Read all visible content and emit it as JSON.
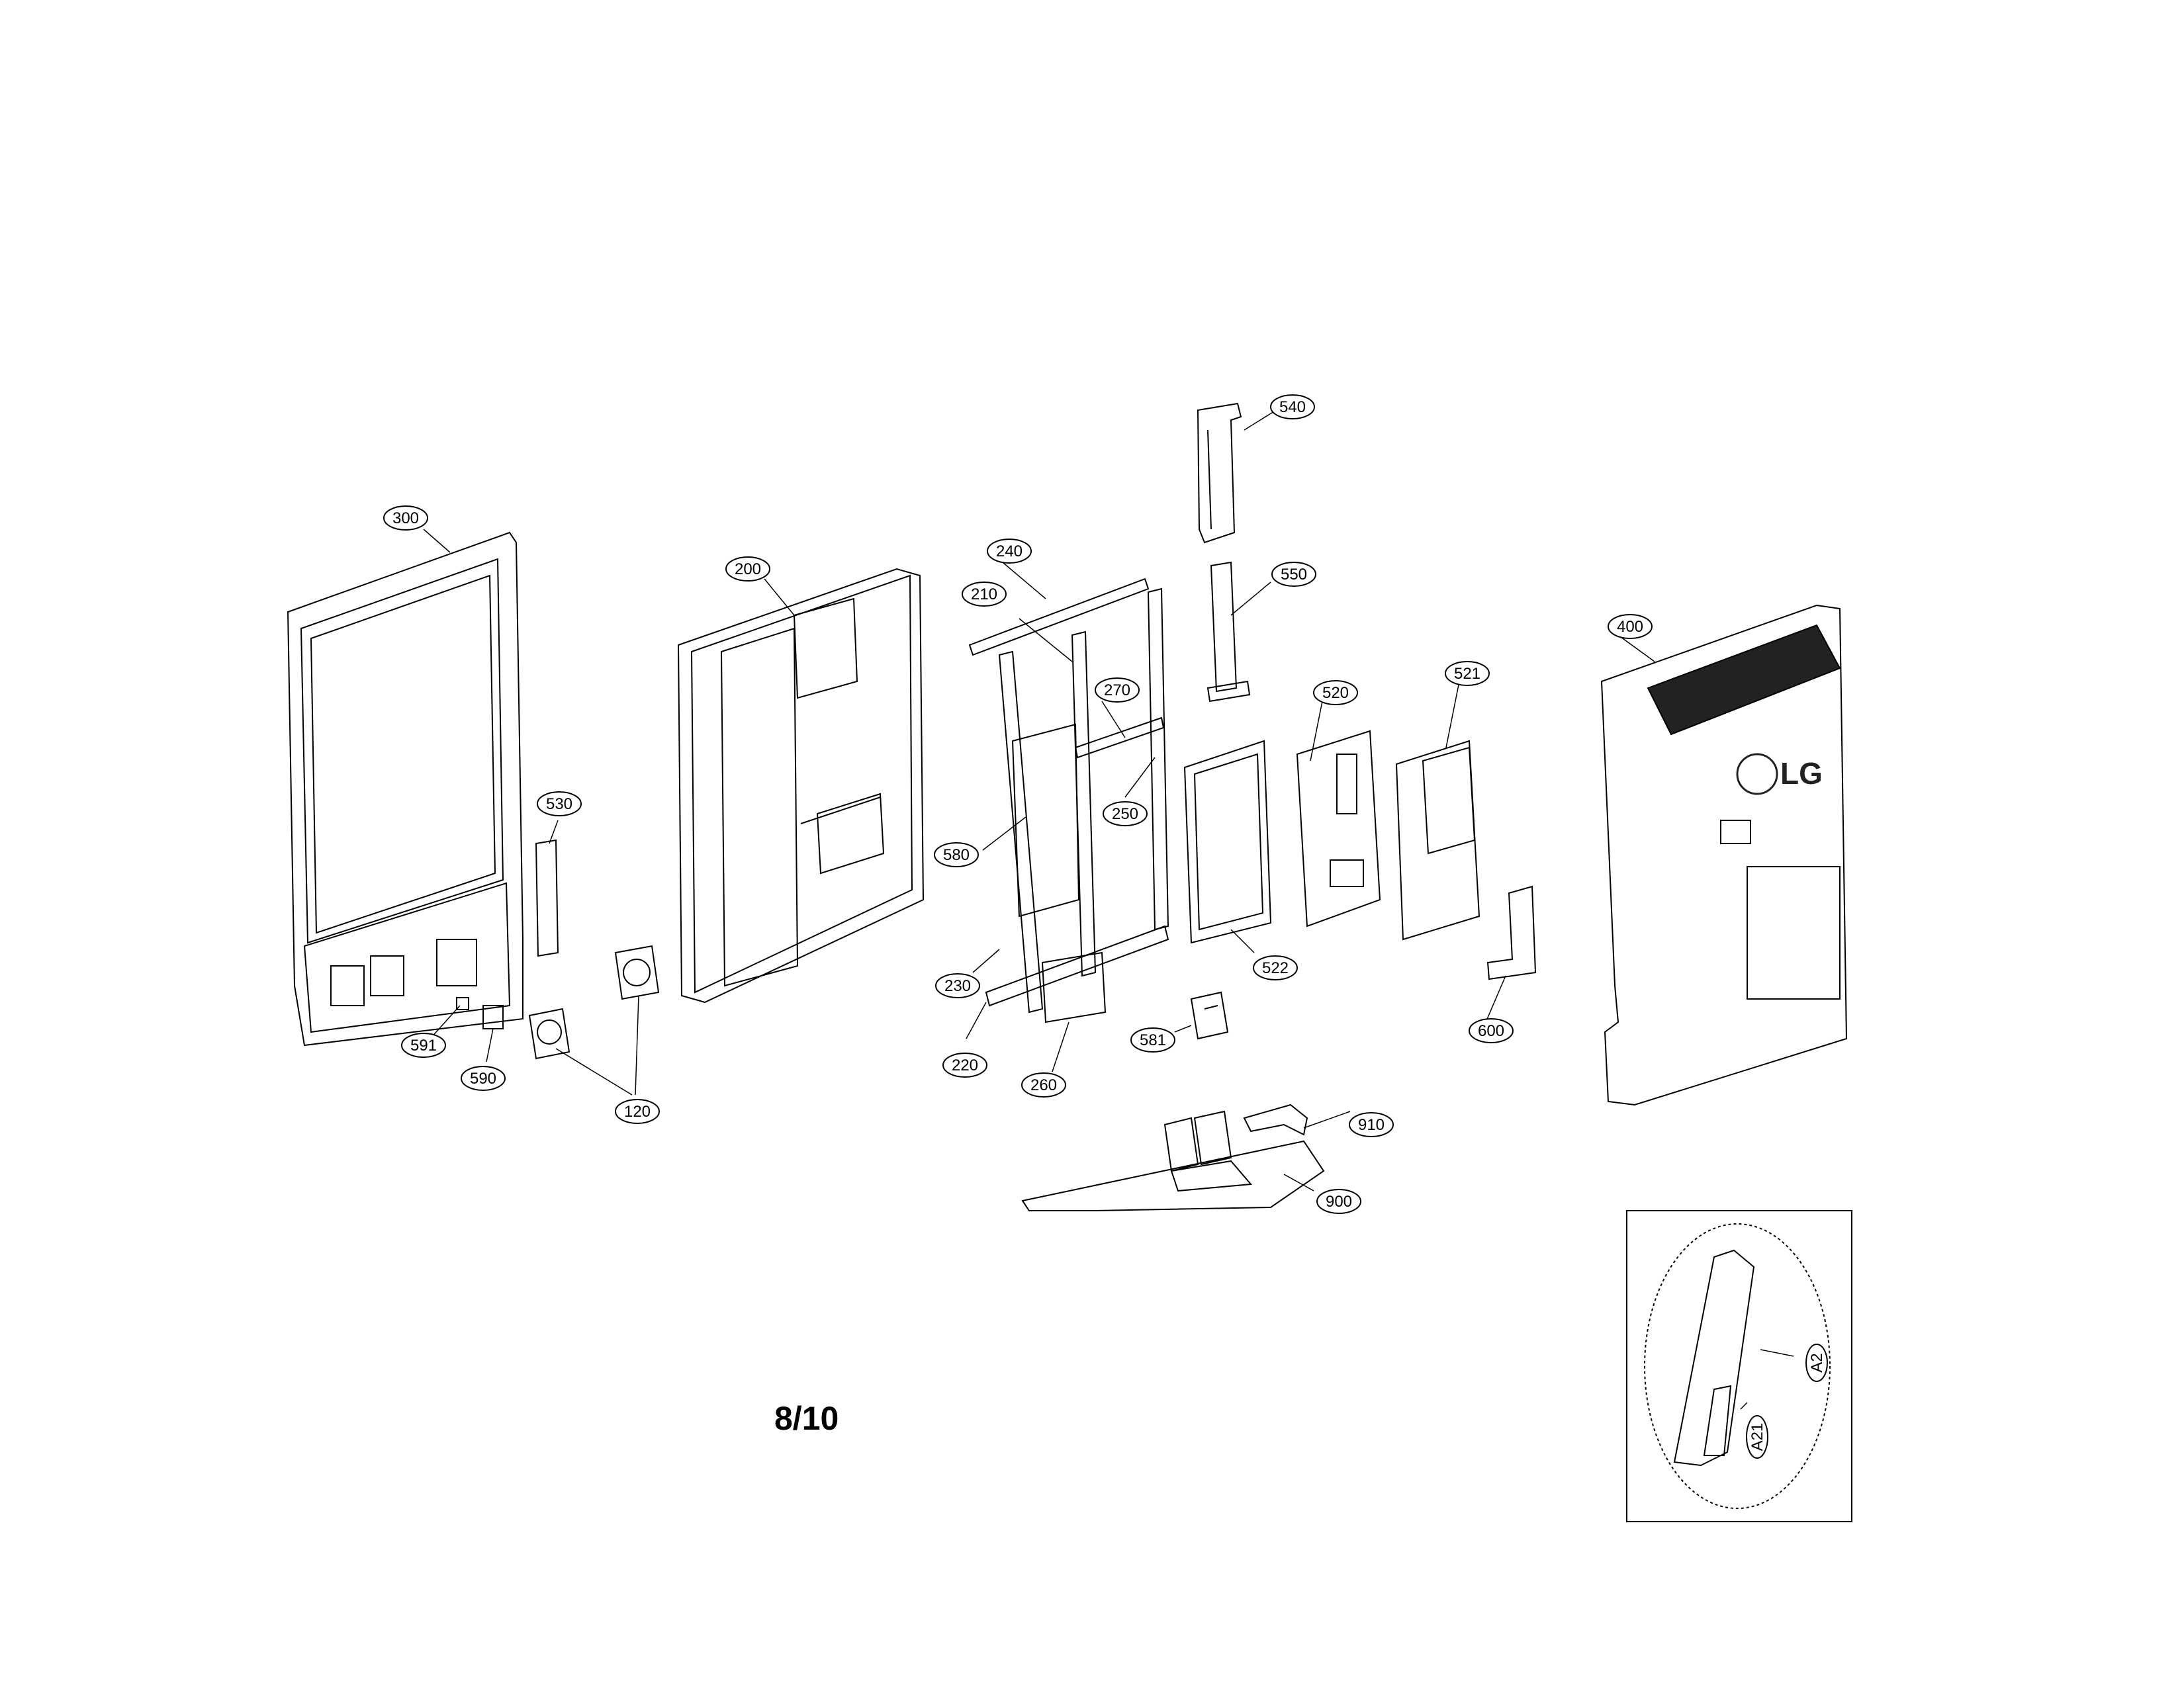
{
  "page_number": "8/10",
  "logo": "LG",
  "callouts": {
    "c300": "300",
    "c200": "200",
    "c240": "240",
    "c210": "210",
    "c270": "270",
    "c250": "250",
    "c580": "580",
    "c230": "230",
    "c220": "220",
    "c260": "260",
    "c540": "540",
    "c550": "550",
    "c520": "520",
    "c521": "521",
    "c522": "522",
    "c581": "581",
    "c400": "400",
    "c600": "600",
    "c910": "910",
    "c900": "900",
    "c530": "530",
    "c591": "591",
    "c590": "590",
    "c120": "120",
    "cA2": "A2",
    "cA21": "A21"
  }
}
